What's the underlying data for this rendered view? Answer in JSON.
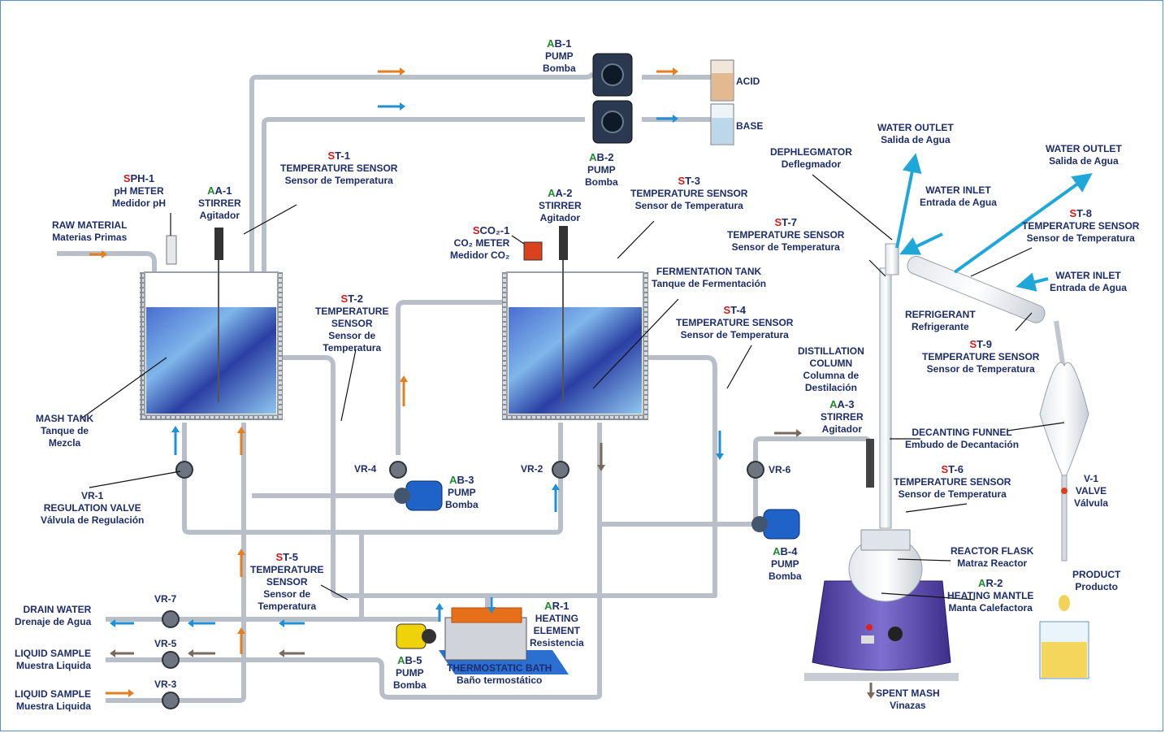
{
  "colors": {
    "pipe": "#c9ced6",
    "pipe_edge": "#8d939c",
    "text": "#1d2d6b",
    "prefix_sensor": "#cc1b1b",
    "prefix_actuator": "#1f8a2c",
    "arrow_orange": "#e47e1e",
    "arrow_blue": "#1f8fd6",
    "arrow_brown": "#7a6a5e",
    "cyan_arrow": "#1ea7d8",
    "tank_liquid": "#3a5fc4",
    "mantle": "#5a4aa8"
  },
  "labels": {
    "ab1": {
      "prefix": "A",
      "id": "B-1",
      "l1": "PUMP",
      "l2": "Bomba"
    },
    "ab2": {
      "prefix": "A",
      "id": "B-2",
      "l1": "PUMP",
      "l2": "Bomba"
    },
    "acid": "ACID",
    "base": "BASE",
    "st1": {
      "prefix": "S",
      "id": "T-1",
      "l1": "TEMPERATURE SENSOR",
      "l2": "Sensor de Temperatura"
    },
    "sph1": {
      "prefix": "S",
      "id": "PH-1",
      "l1": "pH METER",
      "l2": "Medidor pH"
    },
    "aa1": {
      "prefix": "A",
      "id": "A-1",
      "l1": "STIRRER",
      "l2": "Agitador"
    },
    "raw": {
      "l1": "RAW MATERIAL",
      "l2": "Materias Primas"
    },
    "st2": {
      "prefix": "S",
      "id": "T-2",
      "l1": "TEMPERATURE",
      "l2": "SENSOR",
      "l3": "Sensor de",
      "l4": "Temperatura"
    },
    "aa2": {
      "prefix": "A",
      "id": "A-2",
      "l1": "STIRRER",
      "l2": "Agitador"
    },
    "sco2": {
      "prefix": "S",
      "id": "CO₂-1",
      "l1": "CO₂ METER",
      "l2": "Medidor CO₂"
    },
    "st3": {
      "prefix": "S",
      "id": "T-3",
      "l1": "TEMPERATURE SENSOR",
      "l2": "Sensor de Temperatura"
    },
    "ferm": {
      "l1": "FERMENTATION TANK",
      "l2": "Tanque de Fermentación"
    },
    "st4": {
      "prefix": "S",
      "id": "T-4",
      "l1": "TEMPERATURE SENSOR",
      "l2": "Sensor de Temperatura"
    },
    "mash": {
      "l1": "MASH TANK",
      "l2": "Tanque de",
      "l3": "Mezcla"
    },
    "vr1": {
      "id": "VR-1",
      "l1": "REGULATION VALVE",
      "l2": "Válvula de Regulación"
    },
    "vr4": "VR-4",
    "vr2": "VR-2",
    "vr6": "VR-6",
    "ab3": {
      "prefix": "A",
      "id": "B-3",
      "l1": "PUMP",
      "l2": "Bomba"
    },
    "ab4": {
      "prefix": "A",
      "id": "B-4",
      "l1": "PUMP",
      "l2": "Bomba"
    },
    "st5": {
      "prefix": "S",
      "id": "T-5",
      "l1": "TEMPERATURE",
      "l2": "SENSOR",
      "l3": "Sensor de",
      "l4": "Temperatura"
    },
    "vr7": "VR-7",
    "vr5": "VR-5",
    "vr3": "VR-3",
    "drain": {
      "l1": "DRAIN WATER",
      "l2": "Drenaje de Agua"
    },
    "sample1": {
      "l1": "LIQUID SAMPLE",
      "l2": "Muestra Liquida"
    },
    "sample2": {
      "l1": "LIQUID SAMPLE",
      "l2": "Muestra Liquida"
    },
    "ar1": {
      "prefix": "A",
      "id": "R-1",
      "l1": "HEATING",
      "l2": "ELEMENT",
      "l3": "Resistencia"
    },
    "ab5": {
      "prefix": "A",
      "id": "B-5",
      "l1": "PUMP",
      "l2": "Bomba"
    },
    "thermo": {
      "l1": "THERMOSTATIC BATH",
      "l2": "Baño termostático"
    },
    "water_out1": {
      "l1": "WATER OUTLET",
      "l2": "Salida de Agua"
    },
    "water_out2": {
      "l1": "WATER OUTLET",
      "l2": "Salida de Agua"
    },
    "dephleg": {
      "l1": "DEPHLEGMATOR",
      "l2": "Deflegmador"
    },
    "water_in1": {
      "l1": "WATER INLET",
      "l2": "Entrada de Agua"
    },
    "water_in2": {
      "l1": "WATER INLET",
      "l2": "Entrada de Agua"
    },
    "st7": {
      "prefix": "S",
      "id": "T-7",
      "l1": "TEMPERATURE SENSOR",
      "l2": "Sensor de Temperatura"
    },
    "st8": {
      "prefix": "S",
      "id": "T-8",
      "l1": "TEMPERATURE SENSOR",
      "l2": "Sensor de Temperatura"
    },
    "refrig": {
      "l1": "REFRIGERANT",
      "l2": "Refrigerante"
    },
    "st9": {
      "prefix": "S",
      "id": "T-9",
      "l1": "TEMPERATURE SENSOR",
      "l2": "Sensor de Temperatura"
    },
    "distil": {
      "l1": "DISTILLATION",
      "l2": "COLUMN",
      "l3": "Columna de",
      "l4": "Destilación"
    },
    "aa3": {
      "prefix": "A",
      "id": "A-3",
      "l1": "STIRRER",
      "l2": "Agitador"
    },
    "decant": {
      "l1": "DECANTING FUNNEL",
      "l2": "Embudo de Decantación"
    },
    "st6": {
      "prefix": "S",
      "id": "T-6",
      "l1": "TEMPERATURE SENSOR",
      "l2": "Sensor de Temperatura"
    },
    "v1": {
      "id": "V-1",
      "l1": "VALVE",
      "l2": "Válvula"
    },
    "reactor": {
      "l1": "REACTOR FLASK",
      "l2": "Matraz Reactor"
    },
    "ar2": {
      "prefix": "A",
      "id": "R-2",
      "l1": "HEATING MANTLE",
      "l2": "Manta Calefactora"
    },
    "product": {
      "l1": "PRODUCT",
      "l2": "Producto"
    },
    "spent": {
      "l1": "SPENT MASH",
      "l2": "Vinazas"
    }
  }
}
